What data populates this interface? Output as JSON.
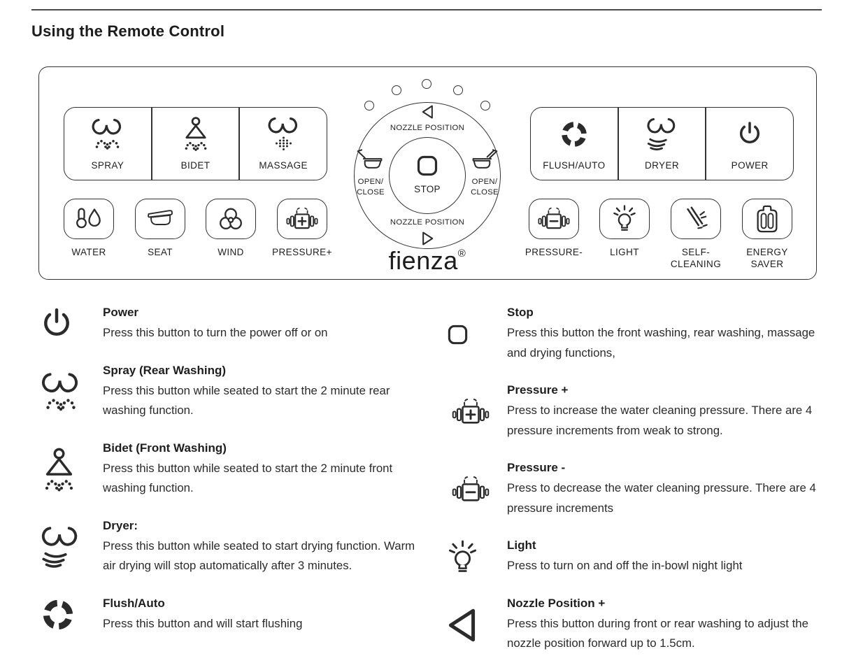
{
  "page": {
    "title": "Using the Remote Control"
  },
  "remote": {
    "brand": "fienza",
    "brand_reg": "®",
    "top_left": [
      {
        "label": "SPRAY",
        "icon": "spray-icon"
      },
      {
        "label": "BIDET",
        "icon": "bidet-icon"
      },
      {
        "label": "MASSAGE",
        "icon": "massage-icon"
      }
    ],
    "bottom_left": [
      {
        "label": "WATER",
        "icon": "water-icon"
      },
      {
        "label": "SEAT",
        "icon": "seat-icon"
      },
      {
        "label": "WIND",
        "icon": "wind-icon"
      },
      {
        "label": "PRESSURE+",
        "icon": "pressure-plus-icon"
      }
    ],
    "top_right": [
      {
        "label": "FLUSH/AUTO",
        "icon": "flush-icon"
      },
      {
        "label": "DRYER",
        "icon": "dryer-icon"
      },
      {
        "label": "POWER",
        "icon": "power-icon"
      }
    ],
    "bottom_right": [
      {
        "label": "PRESSURE-",
        "icon": "pressure-minus-icon"
      },
      {
        "label": "LIGHT",
        "icon": "light-icon"
      },
      {
        "label": "SELF-\nCLEANING",
        "icon": "self-cleaning-icon"
      },
      {
        "label": "ENERGY\nSAVER",
        "icon": "energy-saver-icon"
      }
    ],
    "dial": {
      "nozzle_top": "NOZZLE POSITION",
      "nozzle_bottom": "NOZZLE POSITION",
      "stop": "STOP",
      "open_close_left": "OPEN/\nCLOSE",
      "open_close_right": "OPEN/\nCLOSE"
    }
  },
  "legend": {
    "left": [
      {
        "title": "Power",
        "icon": "power-icon",
        "body": "Press this button to turn the power off or on"
      },
      {
        "title": "Spray (Rear Washing)",
        "icon": "spray-icon",
        "body": "Press this button while seated to start the 2 minute rear washing function."
      },
      {
        "title": "Bidet (Front Washing)",
        "icon": "bidet-icon",
        "body": "Press this button while seated to start the 2 minute front washing function."
      },
      {
        "title": "Dryer:",
        "icon": "dryer-icon",
        "body": "Press this button while seated to start drying function. Warm air drying will stop automatically after 3 minutes."
      },
      {
        "title": "Flush/Auto",
        "icon": "flush-icon",
        "body": "Press this button and will start flushing"
      }
    ],
    "right": [
      {
        "title": "Stop",
        "icon": "stop-icon",
        "body": "Press this button the front washing, rear washing, massage and drying functions,"
      },
      {
        "title": "Pressure +",
        "icon": "pressure-plus-icon",
        "body": "Press to increase the water cleaning pressure. There are 4 pressure increments from weak to strong."
      },
      {
        "title": "Pressure -",
        "icon": "pressure-minus-icon",
        "body": "Press to decrease the water cleaning pressure. There are 4 pressure increments"
      },
      {
        "title": "Light",
        "icon": "light-icon",
        "body": "Press to turn on and off the in-bowl night light"
      },
      {
        "title": "Nozzle Position +",
        "icon": "nozzle-position-icon",
        "body": "Press this button during front or rear washing to adjust the nozzle position forward up to 1.5cm."
      }
    ]
  }
}
